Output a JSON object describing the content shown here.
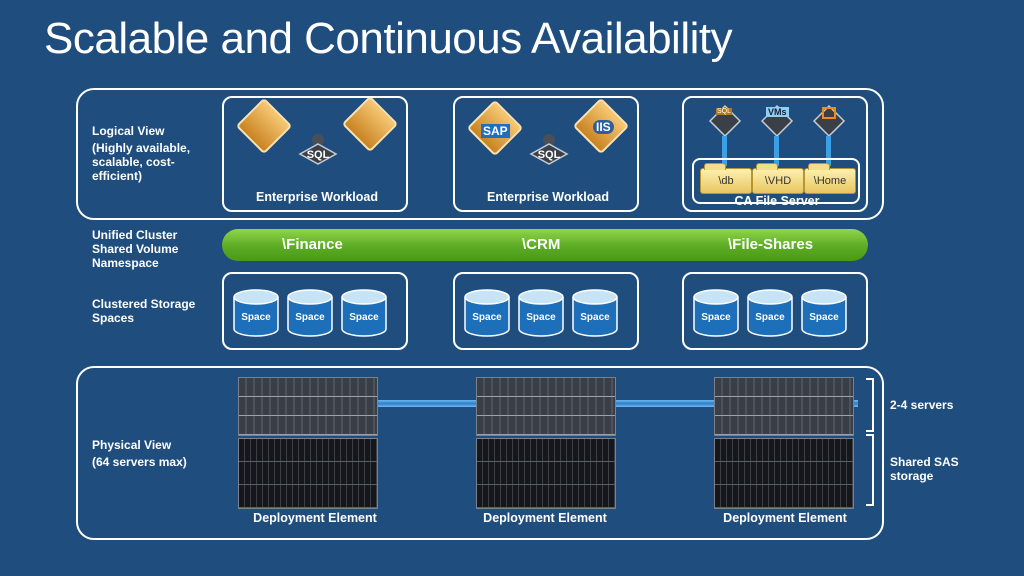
{
  "title": "Scalable and Continuous Availability",
  "logical_view": {
    "label_line1": "Logical View",
    "label_line2": "(Highly available, scalable, cost-efficient)"
  },
  "workloads": [
    {
      "caption": "Enterprise Workload",
      "icons": [
        "sharepoint-icon",
        "sql-server-icon",
        "analytics-icon"
      ]
    },
    {
      "caption": "Enterprise Workload",
      "icons": [
        "sap-icon",
        "sql-server-icon",
        "iis-icon"
      ],
      "sap": "SAP",
      "iis": "IIS"
    },
    {
      "caption": "CA File Server"
    }
  ],
  "sql_label": "SQL",
  "file_server": {
    "top_labels": [
      "SQL",
      "VMs",
      ""
    ],
    "folders": [
      "\\db",
      "\\VHD",
      "\\Home"
    ]
  },
  "namespace": {
    "label": "Unified Cluster Shared Volume Namespace",
    "items": [
      "\\Finance",
      "\\CRM",
      "\\File-Shares"
    ],
    "bar_color": "#5cab24"
  },
  "storage_spaces": {
    "label": "Clustered Storage Spaces",
    "space_label": "Space",
    "groups": [
      [
        "Space",
        "Space",
        "Space"
      ],
      [
        "Space",
        "Space",
        "Space"
      ],
      [
        "Space",
        "Space",
        "Space"
      ]
    ]
  },
  "physical_view": {
    "label_line1": "Physical View",
    "label_line2": "(64 servers max)",
    "elements": [
      "Deployment Element",
      "Deployment Element",
      "Deployment Element"
    ],
    "servers_note": "2-4 servers",
    "storage_note": "Shared SAS storage"
  },
  "colors": {
    "background": "#1f4e7e",
    "accent": "#2e7fcf"
  }
}
